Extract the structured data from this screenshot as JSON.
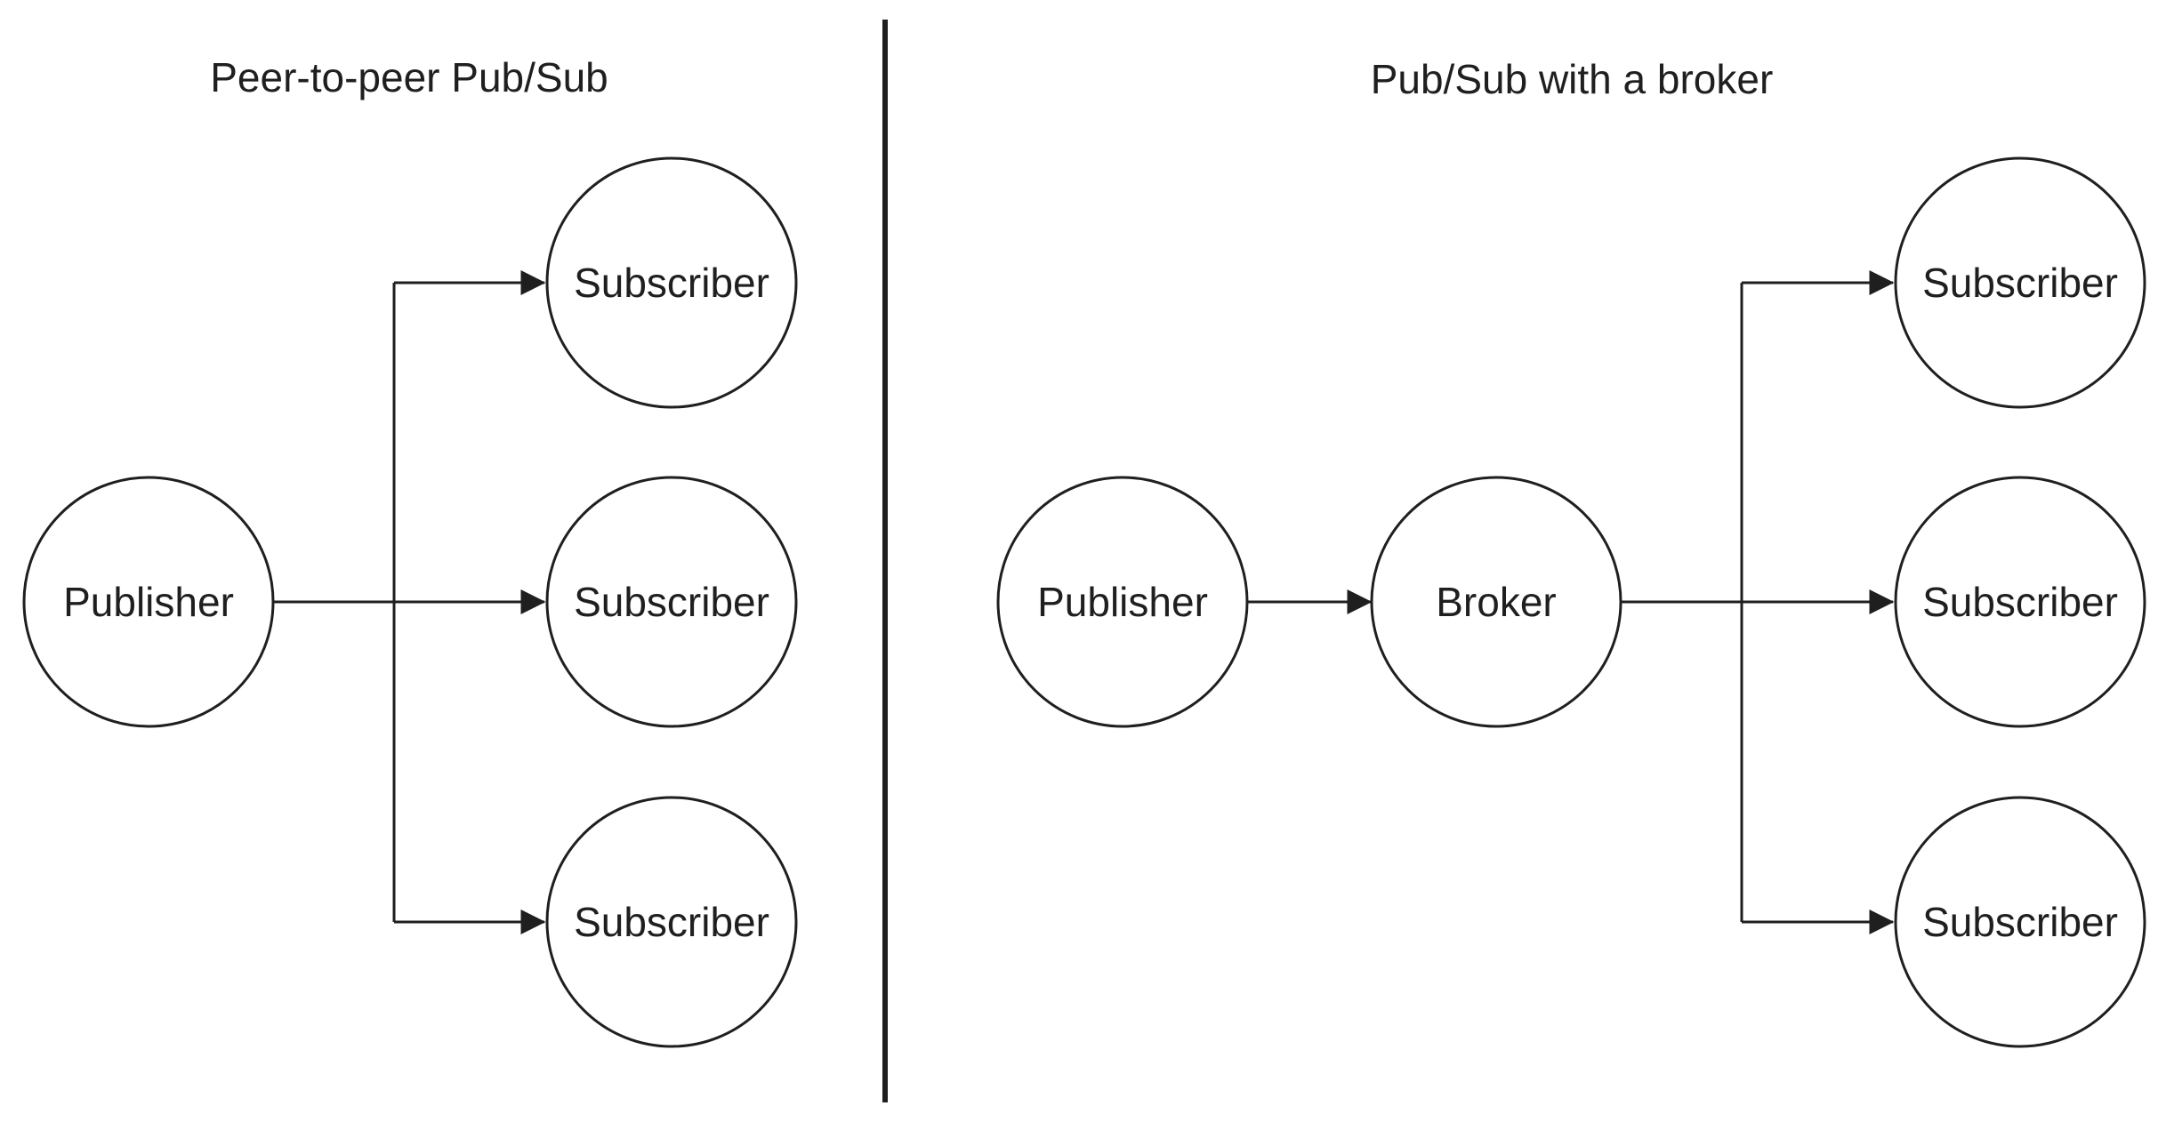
{
  "diagram": {
    "left_panel": {
      "title": "Peer-to-peer Pub/Sub",
      "publisher_label": "Publisher",
      "subscriber_labels": [
        "Subscriber",
        "Subscriber",
        "Subscriber"
      ]
    },
    "right_panel": {
      "title": "Pub/Sub with a broker",
      "publisher_label": "Publisher",
      "broker_label": "Broker",
      "subscriber_labels": [
        "Subscriber",
        "Subscriber",
        "Subscriber"
      ]
    },
    "colors": {
      "stroke": "#1f1f1f",
      "background": "#ffffff"
    }
  }
}
